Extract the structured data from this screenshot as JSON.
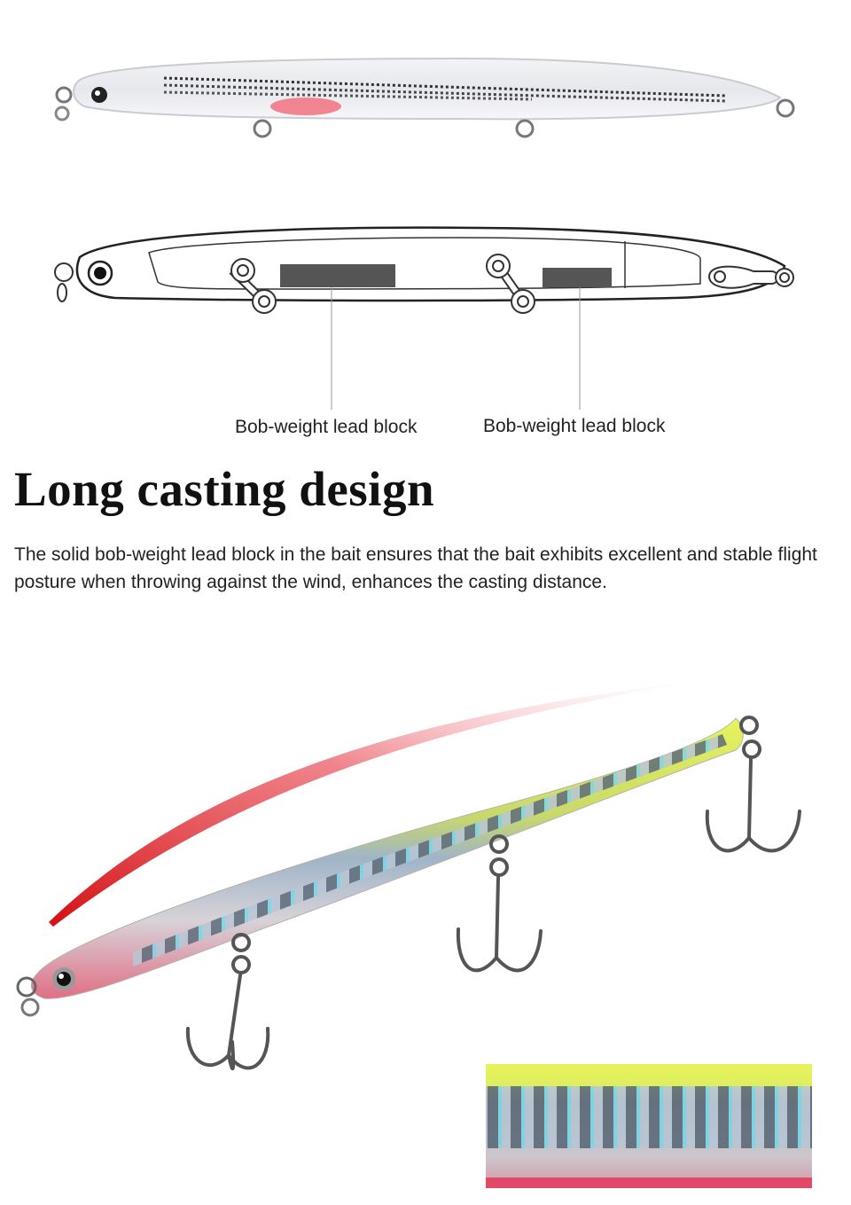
{
  "callouts": {
    "first": "Bob-weight lead block",
    "second": "Bob-weight lead block"
  },
  "section": {
    "heading": "Long casting design",
    "description": "The solid bob-weight lead block in the bait ensures that the bait exhibits excellent and stable flight posture when throwing against the wind, enhances the casting distance."
  },
  "colors": {
    "lure_body_top": "#e3f25a",
    "lure_belly": "#e8738a",
    "lead_block": "#555555",
    "cast_trail": "#e01a1a"
  }
}
